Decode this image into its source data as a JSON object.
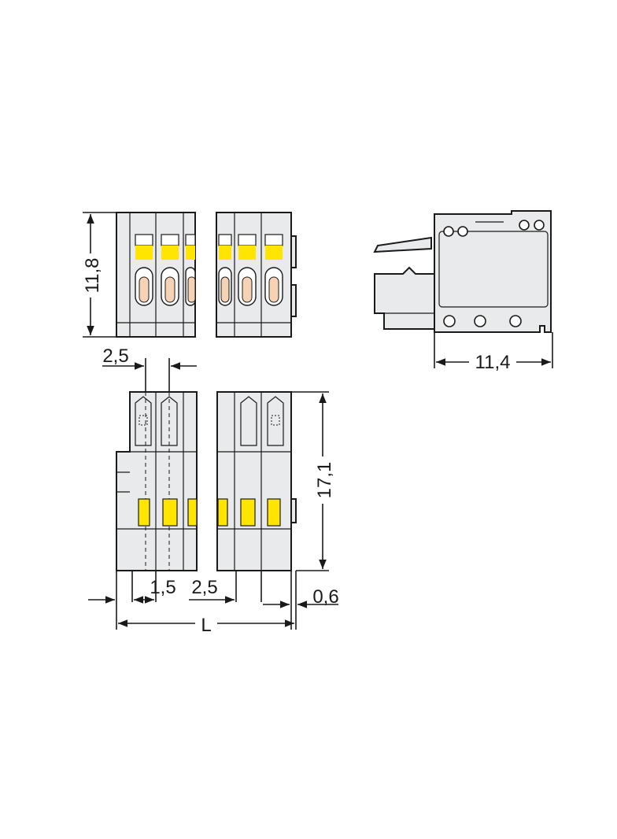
{
  "dimensions": {
    "top_view_height": "11,8",
    "side_view_width": "11,4",
    "pitch_top": "2,5",
    "front_view_height": "17,1",
    "bottom_1_5": "1,5",
    "bottom_2_5": "2,5",
    "bottom_0_6": "0,6",
    "total_length": "L"
  },
  "colors": {
    "housing": "#e9eaeb",
    "actuator": "#ffe500",
    "actuator_light": "#f6d3b4",
    "line": "#1a1a1a"
  }
}
